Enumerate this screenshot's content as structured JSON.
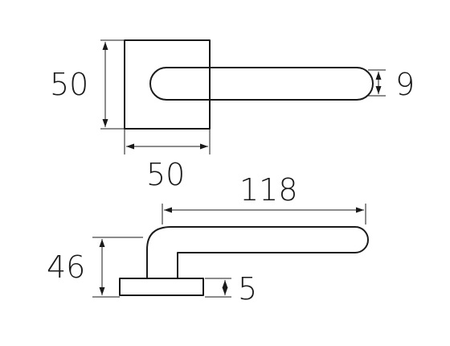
{
  "drawing": {
    "front_view": {
      "rose_height_label": "50",
      "rose_width_label": "50",
      "lever_thickness_label": "9"
    },
    "side_view": {
      "lever_length_label": "118",
      "total_height_label": "46",
      "rose_thickness_label": "5"
    }
  }
}
